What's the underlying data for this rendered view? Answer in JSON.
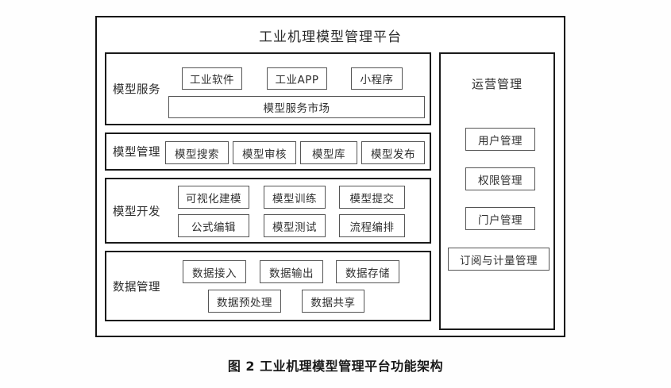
{
  "figure": {
    "caption": "图 2  工业机理模型管理平台功能架构",
    "platform_title": "工业机理模型管理平台"
  },
  "colors": {
    "frame_stroke": "#111111",
    "row_stroke": "#1a1a1a",
    "node_stroke": "#555555",
    "background": "#ffffff",
    "text": "#2b2b2b"
  },
  "left_column": {
    "rows": [
      {
        "label": "模型服务",
        "nodes_top": [
          "工业软件",
          "工业APP",
          "小程序"
        ],
        "nodes_bottom": [
          "模型服务市场"
        ]
      },
      {
        "label": "模型管理",
        "nodes_top": [
          "模型搜索",
          "模型审核",
          "模型库",
          "模型发布"
        ],
        "nodes_bottom": []
      },
      {
        "label": "模型开发",
        "nodes_top": [
          "可视化建模",
          "模型训练",
          "模型提交"
        ],
        "nodes_bottom": [
          "公式编辑",
          "模型测试",
          "流程编排"
        ]
      },
      {
        "label": "数据管理",
        "nodes_top": [
          "数据接入",
          "数据输出",
          "数据存储"
        ],
        "nodes_bottom": [
          "数据预处理",
          "数据共享"
        ]
      }
    ]
  },
  "right_panel": {
    "title": "运营管理",
    "items": [
      "用户管理",
      "权限管理",
      "门户管理",
      "订阅与计量管理"
    ]
  }
}
